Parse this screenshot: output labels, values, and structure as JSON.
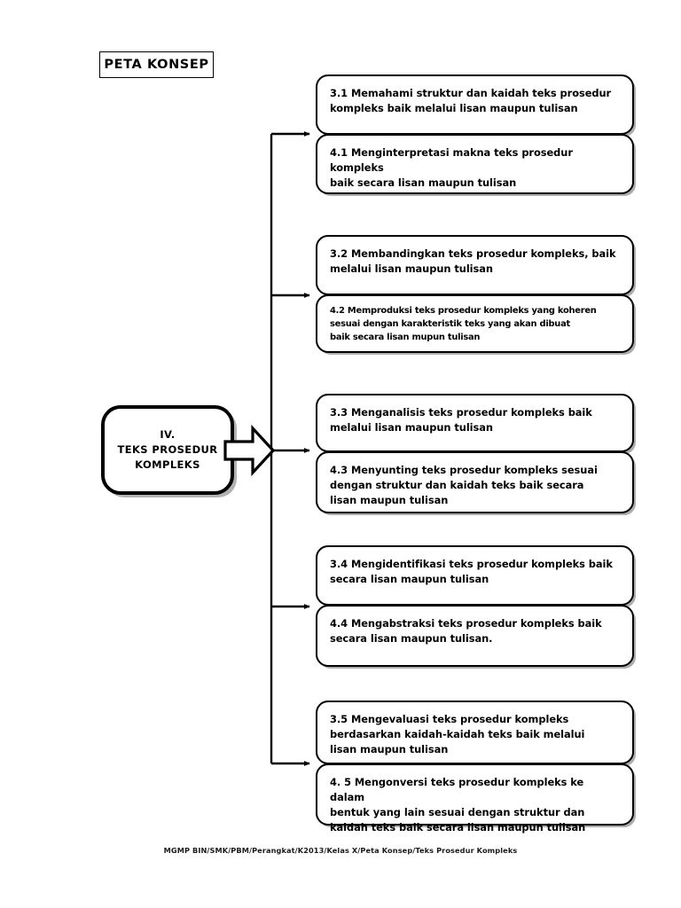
{
  "document": {
    "title": "PETA KONSEP",
    "footer": "MGMP BIN/SMK/PBM/Perangkat/K2013/Kelas X/Peta Konsep/Teks Prosedur Kompleks"
  },
  "center_node": {
    "label": "IV.\nTEKS PROSEDUR\nKOMPLEKS",
    "icon": "block-arrow-right-icon"
  },
  "groups": [
    {
      "id": "group-1",
      "boxes": [
        {
          "id": "3.1",
          "text": "3.1 Memahami struktur  dan kaidah teks prosedur\n     kompleks baik melalui lisan maupun tulisan"
        },
        {
          "id": "4.1",
          "text": "4.1 Menginterpretasi makna teks prosedur kompleks\n     baik secara lisan maupun tulisan"
        }
      ]
    },
    {
      "id": "group-2",
      "boxes": [
        {
          "id": "3.2",
          "text": "3.2 Membandingkan teks prosedur kompleks, baik\n      melalui lisan maupun tulisan"
        },
        {
          "id": "4.2",
          "text": "4.2 Memproduksi teks prosedur kompleks yang koheren\n      sesuai dengan karakteristik teks yang akan dibuat\n      baik secara lisan mupun  tulisan"
        }
      ]
    },
    {
      "id": "group-3",
      "boxes": [
        {
          "id": "3.3",
          "text": "3.3 Menganalisis teks  prosedur kompleks baik\n      melalui lisan maupun tulisan"
        },
        {
          "id": "4.3",
          "text": "4.3 Menyunting teks prosedur kompleks sesuai\n      dengan struktur dan kaidah teks baik secara\n      lisan maupun tulisan"
        }
      ]
    },
    {
      "id": "group-4",
      "boxes": [
        {
          "id": "3.4",
          "text": "3.4 Mengidentifikasi teks prosedur kompleks baik\n      secara lisan maupun tulisan"
        },
        {
          "id": "4.4",
          "text": "4.4 Mengabstraksi teks prosedur kompleks baik\n      secara lisan maupun tulisan."
        }
      ]
    },
    {
      "id": "group-5",
      "boxes": [
        {
          "id": "3.5",
          "text": "3.5 Mengevaluasi teks prosedur kompleks\n        berdasarkan kaidah-kaidah teks baik melalui\n      lisan maupun tulisan"
        },
        {
          "id": "4.5",
          "text": "4. 5 Mengonversi teks prosedur kompleks ke dalam\n        bentuk yang lain sesuai dengan struktur dan\n        kaidah teks baik secara lisan maupun tulisan"
        }
      ]
    }
  ],
  "colors": {
    "ink": "#000000",
    "paper": "#ffffff",
    "shadow": "rgba(0,0,0,0.32)"
  }
}
